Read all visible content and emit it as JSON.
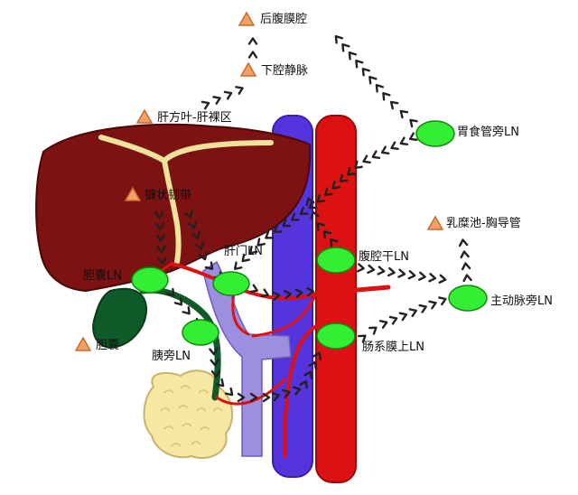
{
  "labels": {
    "retroperitoneum": "后腹膜腔",
    "ivc": "下腔静脉",
    "quadrate_bare": "肝方叶-肝裸区",
    "falciform": "镰状韧带",
    "gastric_ln": "胃食管旁LN",
    "cisterna": "乳糜池-胸导管",
    "hepatic_hilum_ln": "肝门LN",
    "celiac_ln": "腹腔干LN",
    "cystic_ln": "胆囊LN",
    "paraaortic_ln": "主动脉旁LN",
    "gallbladder": "胆囊",
    "peripancreatic_ln": "胰旁LN",
    "mesenteric_ln": "肠系膜上LN"
  },
  "colors": {
    "liver": "#7d1212",
    "ligament": "#f0e29a",
    "ivc": "#5533dd",
    "aorta": "#dd1111",
    "portal_vein": "#9d8ee0",
    "gallbladder": "#0e5a28",
    "lymph_node": "#33ee33",
    "pancreas": "#f6e7a2",
    "arrow": "#222222",
    "warning_triangle": "#f2a268"
  },
  "icons": {
    "triangle": "warning-triangle-icon",
    "node": "lymph-node-icon",
    "chevron": "chevron-arrow-icon"
  }
}
